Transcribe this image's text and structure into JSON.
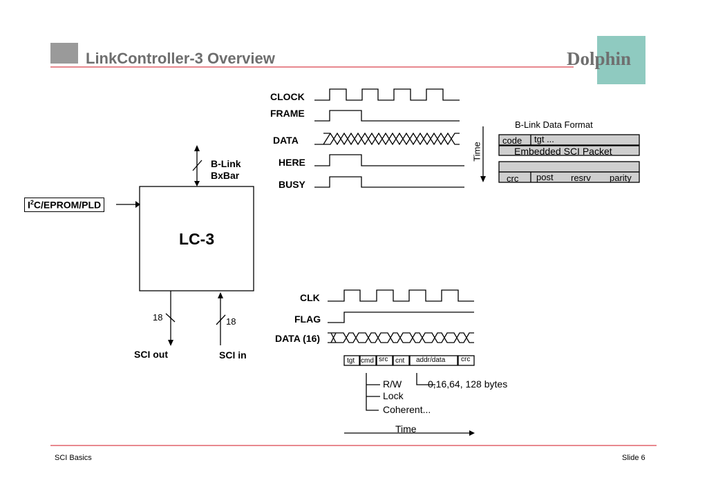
{
  "title": "LinkController-3 Overview",
  "logo_text": "Dolphin",
  "top_timing": {
    "signals": [
      "CLOCK",
      "FRAME",
      "DATA",
      "HERE",
      "BUSY"
    ],
    "time_label": "Time"
  },
  "blink_format": {
    "heading": "B-Link Data Format",
    "code": "code",
    "tgt": "tgt ...",
    "embedded": "Embedded SCI Packet",
    "crc": "crc",
    "post": "post",
    "resrv": "resrv",
    "parity": "parity"
  },
  "block": {
    "name": "LC-3",
    "blink_line1": "B-Link",
    "blink_line2": "BxBar",
    "i2c_prefix": "I",
    "i2c_sup": "2",
    "i2c_rest": "C/EPROM/PLD",
    "out_width": "18",
    "in_width": "18",
    "sci_out": "SCI out",
    "sci_in": "SCI in"
  },
  "bottom_timing": {
    "signals": [
      "CLK",
      "FLAG",
      "DATA (16)"
    ],
    "fields": [
      "tgt",
      "cmd",
      "src",
      "cnt",
      "addr/data",
      "crc"
    ],
    "cmd_notes": [
      "R/W",
      "Lock",
      "Coherent..."
    ],
    "size_note": "0,16,64, 128 bytes",
    "time_label": "Time"
  },
  "footer": {
    "left": "SCI Basics",
    "right": "Slide 6"
  },
  "colors": {
    "title": "#6e6e6e",
    "rule": "#e0606a",
    "box_fill": "#cfcfcf",
    "logo_bg": "#8fcac0"
  }
}
